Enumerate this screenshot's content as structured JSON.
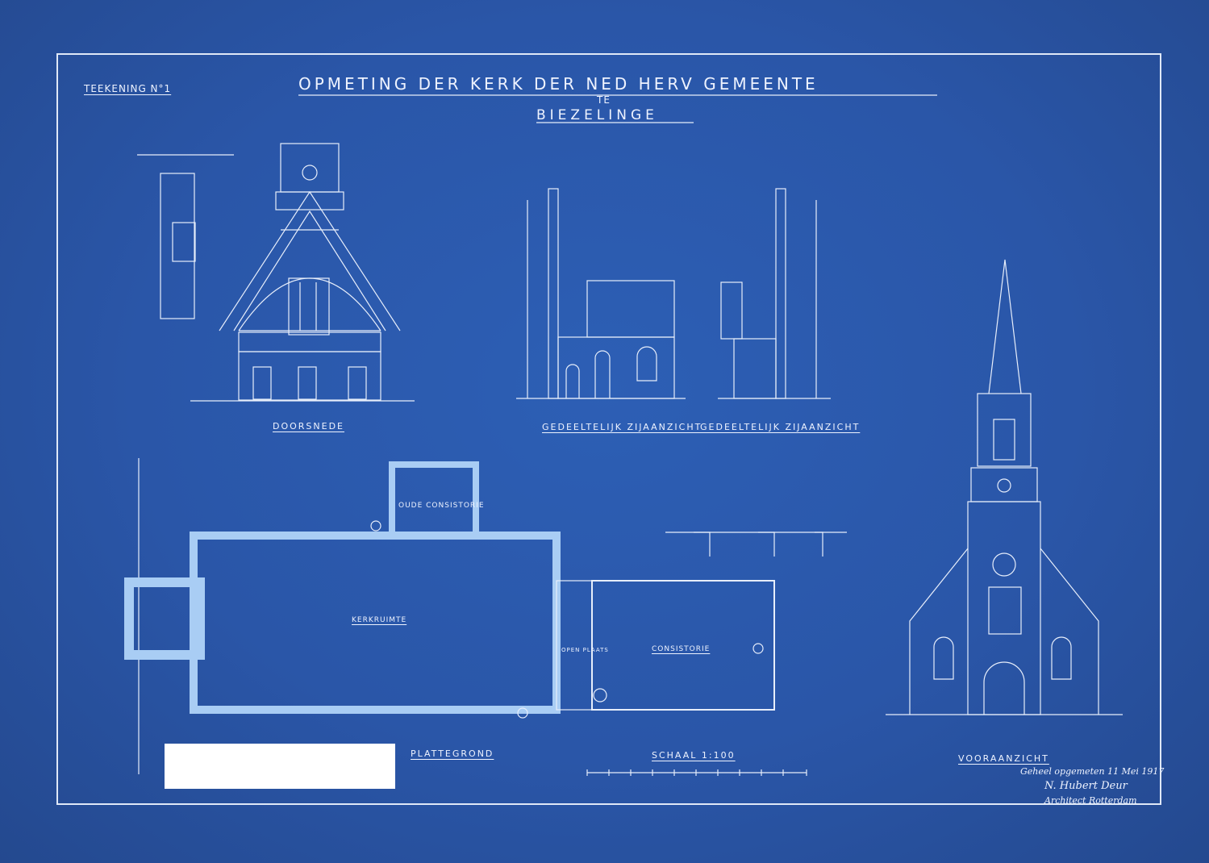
{
  "sheet": {
    "drawing_no": "TEEKENING N°1",
    "title": "OPMETING DER KERK DER NED HERV GEMEENTE",
    "te": "TE",
    "place": "BIEZELINGE"
  },
  "captions": {
    "doorsnede": "DOORSNEDE",
    "zijaanzicht_left": "GEDEELTELIJK ZIJAANZICHT",
    "zijaanzicht_right": "GEDEELTELIJK ZIJAANZICHT",
    "plattegrond": "PLATTEGROND",
    "schaal": "SCHAAL 1:100",
    "vooraanzicht": "VOORAANZICHT"
  },
  "rooms": {
    "oude_consistorie": "OUDE CONSISTORIE",
    "kerkruimte": "KERKRUIMTE",
    "consistorie": "CONSISTORIE",
    "open_plaats": "OPEN PLAATS"
  },
  "signature": {
    "line1": "Geheel opgemeten 11 Mei 1917",
    "line2": "N. Hubert Deur",
    "line3": "Architect Rotterdam"
  },
  "colors": {
    "paper": "#2a56a8",
    "ink": "#eef3ff",
    "wall": "#9cc4f0",
    "pasted_label": "#ffffff"
  }
}
